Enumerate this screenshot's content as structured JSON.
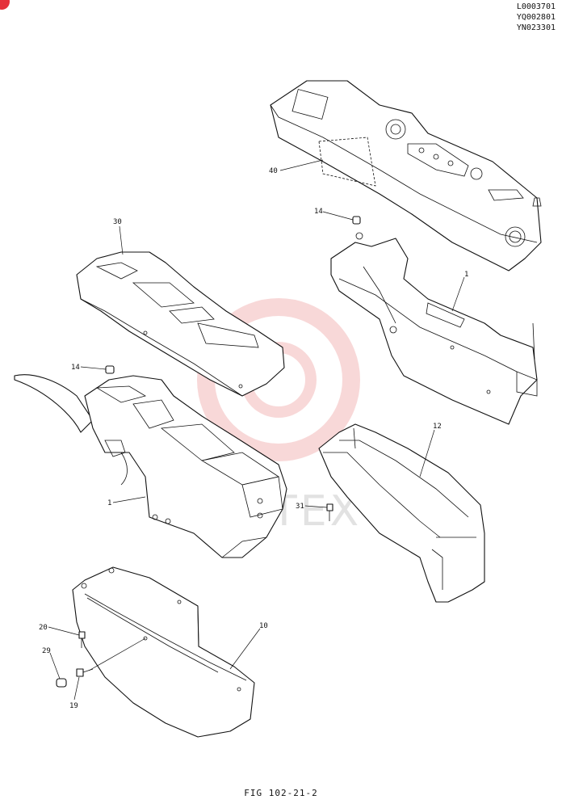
{
  "doc_codes": [
    "L0003701",
    "YQ002801",
    "YN023301"
  ],
  "figure_caption": "FIG 102-21-2",
  "watermark": {
    "text": "ИНТЕХ",
    "color": "#f3b8b8"
  },
  "callouts": {
    "c40": "40",
    "c14a": "14",
    "c1a": "1",
    "c30": "30",
    "c14b": "14",
    "c1b": "1",
    "c12": "12",
    "c31": "31",
    "c20": "20",
    "c10": "10",
    "c29": "29",
    "c19": "19"
  },
  "colors": {
    "badge": "#e5303a",
    "line": "#111111"
  }
}
